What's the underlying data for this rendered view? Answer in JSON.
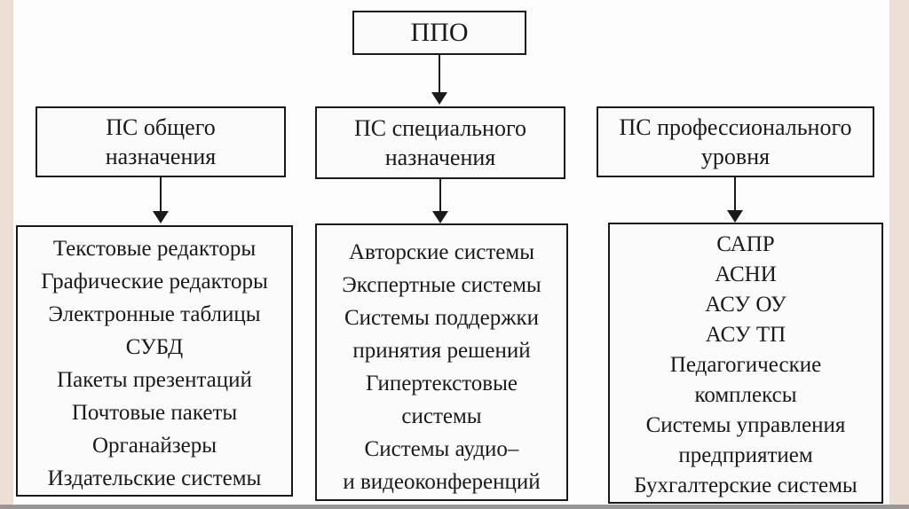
{
  "colors": {
    "background": "#fdfdfd",
    "side_strip": "#ece0d4",
    "bottom_strip": "#97979a",
    "box_border": "#1a1a1a",
    "text": "#1a1a1a"
  },
  "diagram": {
    "root_label": "ППО",
    "branches": [
      {
        "header_lines": [
          "ПС общего",
          "назначения"
        ],
        "list_lines": [
          "Текстовые редакторы",
          "Графические редакторы",
          "Электронные таблицы",
          "СУБД",
          "Пакеты презентаций",
          "Почтовые пакеты",
          "Органайзеры",
          "Издательские системы"
        ]
      },
      {
        "header_lines": [
          "ПС специального",
          "назначения"
        ],
        "list_lines": [
          "Авторские системы",
          "Экспертные системы",
          "Системы поддержки",
          "принятия решений",
          "Гипертекстовые",
          "системы",
          "Системы аудио–",
          "и видеоконференций"
        ]
      },
      {
        "header_lines": [
          "ПС профессионального",
          "уровня"
        ],
        "list_lines": [
          "САПР",
          "АСНИ",
          "АСУ ОУ",
          "АСУ ТП",
          "Педагогические",
          "комплексы",
          "Системы управления",
          "предприятием",
          "Бухгалтерские системы"
        ]
      }
    ]
  }
}
